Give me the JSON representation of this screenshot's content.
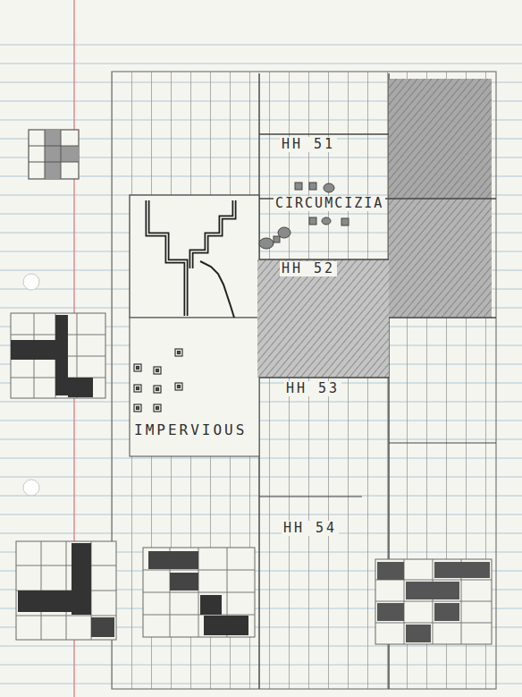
{
  "diagram": {
    "labels": [
      "HH 51",
      "CIRCUMCIZIA",
      "HH 52",
      "HH 53",
      "IMPERVIOUS",
      "HH 54"
    ]
  }
}
